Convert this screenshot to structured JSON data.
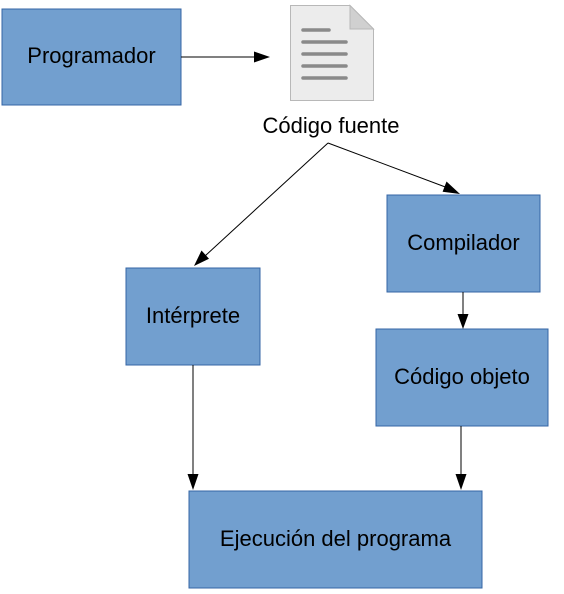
{
  "nodes": {
    "programador": "Programador",
    "codigo_fuente": "Código fuente",
    "interprete": "Intérprete",
    "compilador": "Compilador",
    "codigo_objeto": "Código objeto",
    "ejecucion": "Ejecución del programa"
  },
  "icons": {
    "source_document": "document-icon"
  },
  "colors": {
    "box_fill": "#729fcf",
    "box_stroke": "#3465a4",
    "arrow": "#000000"
  }
}
